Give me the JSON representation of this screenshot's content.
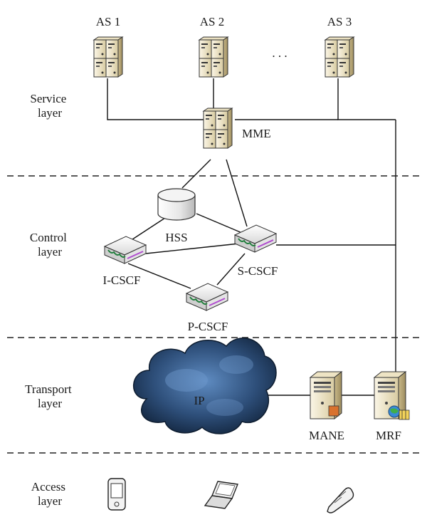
{
  "layers": [
    {
      "lines": [
        "Service",
        "layer"
      ]
    },
    {
      "lines": [
        "Control",
        "layer"
      ]
    },
    {
      "lines": [
        "Transport",
        "layer"
      ]
    },
    {
      "lines": [
        "Access",
        "layer"
      ]
    }
  ],
  "service": {
    "as1": "AS 1",
    "as2": "AS 2",
    "as3": "AS 3",
    "ellipsis": ". . .",
    "mme": "MME"
  },
  "control": {
    "hss": "HSS",
    "icscf": "I-CSCF",
    "scscf": "S-CSCF",
    "pcscf": "P-CSCF"
  },
  "transport": {
    "ip": "IP",
    "mane": "MANE",
    "mrf": "MRF"
  },
  "access": {
    "devices": [
      "pda-device-icon",
      "laptop-icon",
      "mobile-phone-icon"
    ]
  },
  "colors": {
    "server_body": "#f1e8cc",
    "cloud_dark": "#1f3a5c",
    "cloud_light": "#5d86b8",
    "router_accent": "#b04ccf"
  }
}
